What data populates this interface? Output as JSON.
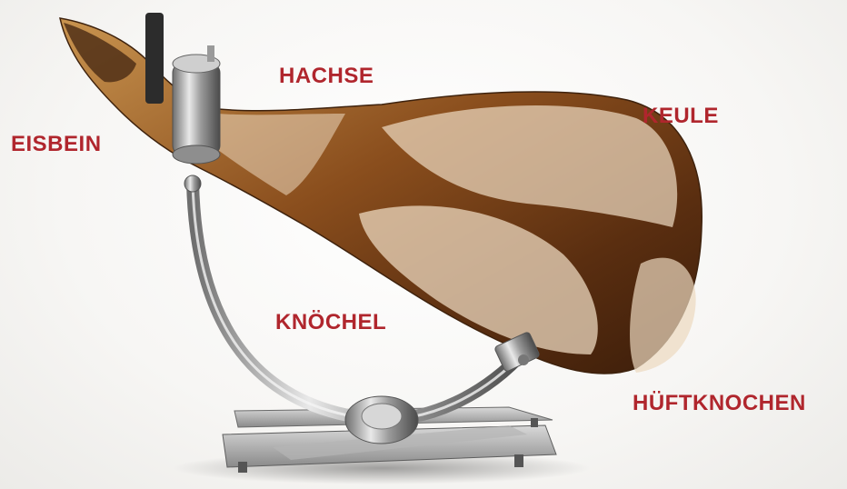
{
  "image": {
    "subject": "serrano-ham-on-holder",
    "label_color": "#b0262d"
  },
  "labels": {
    "eisbein": "EISBEIN",
    "hachse": "HACHSE",
    "keule": "KEULE",
    "knoechel": "KNÖCHEL",
    "hueftknochen": "HÜFTKNOCHEN"
  }
}
